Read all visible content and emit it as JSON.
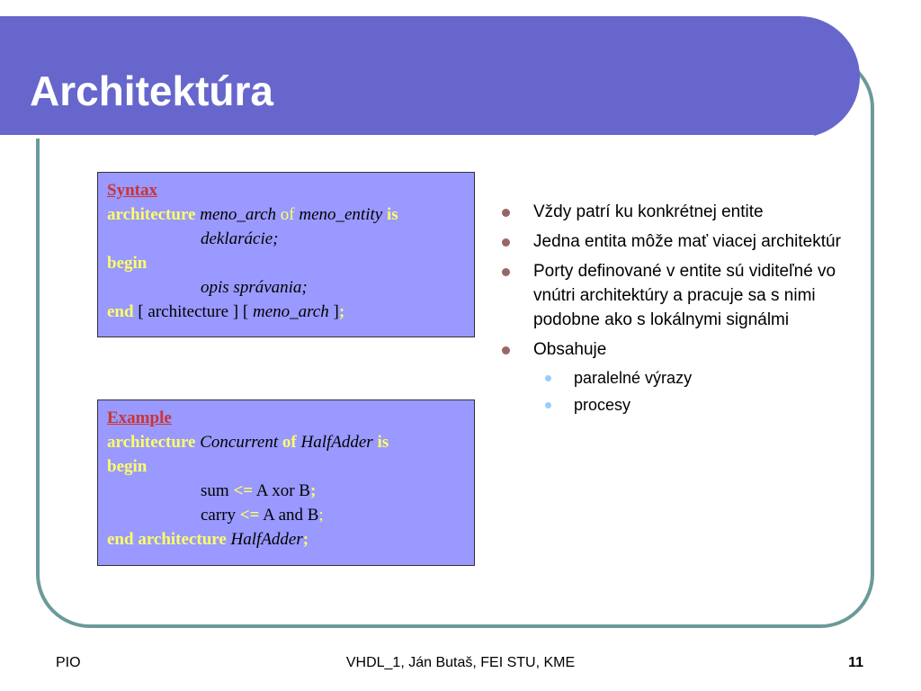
{
  "title": "Architektúra",
  "syntax": {
    "heading": "Syntax",
    "l1": {
      "kw1": "architecture",
      "name": "meno_arch",
      "kw2": "of",
      "entity": "meno_entity",
      "kw3": "is"
    },
    "l2": "deklarácie;",
    "l3": "begin",
    "l4": "opis správania;",
    "l5": {
      "kw": "end",
      "t1": "[ architecture ] [",
      "name": "meno_arch",
      "t2": "]",
      "semi": ";"
    }
  },
  "example": {
    "heading": "Example",
    "l1": {
      "kw1": "architecture",
      "name": "Concurrent",
      "kw2": "of",
      "entity": "HalfAdder",
      "kw3": "is"
    },
    "l2": "begin",
    "l3": {
      "a": "sum",
      "op": "<=",
      "b": "A xor B",
      "semi": ";"
    },
    "l4": {
      "a": "carry",
      "op": "<=",
      "b": "A and B",
      "semi": ";"
    },
    "l5": {
      "kw": "end architecture",
      "name": "HalfAdder",
      "semi": ";"
    }
  },
  "bullets": [
    "Vždy patrí ku konkrétnej entite",
    "Jedna entita môže mať viacej architektúr",
    "Porty definované v entite sú viditeľné vo vnútri architektúry a pracuje sa s nimi podobne ako s lokálnymi signálmi",
    "Obsahuje"
  ],
  "subbullets": [
    "paralelné výrazy",
    "procesy"
  ],
  "footer": {
    "left": "PIO",
    "center": "VHDL_1, Ján Butaš, FEI STU, KME",
    "page": "11"
  },
  "colors": {
    "title_band": "#6666cc",
    "frame": "#6b9a9a",
    "codebox": "#9999ff",
    "keyword": "#ffff66",
    "heading": "#cc3333"
  }
}
